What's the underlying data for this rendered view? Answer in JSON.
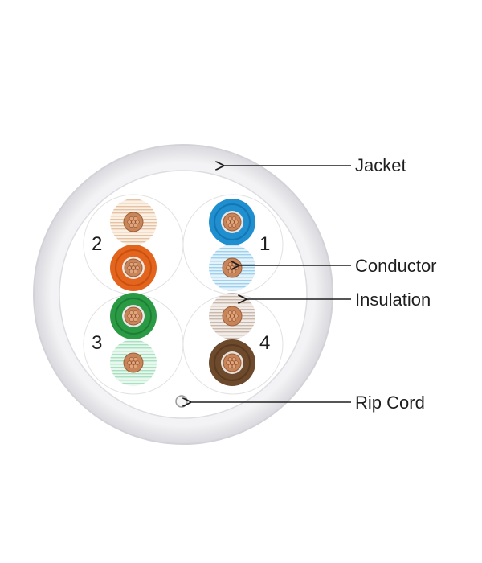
{
  "callouts": {
    "jacket": "Jacket",
    "conductor": "Conductor",
    "insulation": "Insulation",
    "rip_cord": "Rip Cord"
  },
  "pairs": [
    {
      "number": "1",
      "colors": [
        "blue",
        "white-blue"
      ]
    },
    {
      "number": "2",
      "colors": [
        "white-orange",
        "orange"
      ]
    },
    {
      "number": "3",
      "colors": [
        "green",
        "white-green"
      ]
    },
    {
      "number": "4",
      "colors": [
        "white-brown",
        "brown"
      ]
    }
  ],
  "colors": {
    "jacket": "#e6e6ea",
    "blue": "#1f8fd0",
    "orange": "#e3641d",
    "green": "#2b9a45",
    "brown": "#6d4a2c",
    "white_blue_tint": "#bfe1f2",
    "white_orange_tint": "#f2dcc8",
    "white_green_tint": "#cfeedd",
    "white_brown_tint": "#ddd3cc",
    "copper": "#c9855a"
  }
}
